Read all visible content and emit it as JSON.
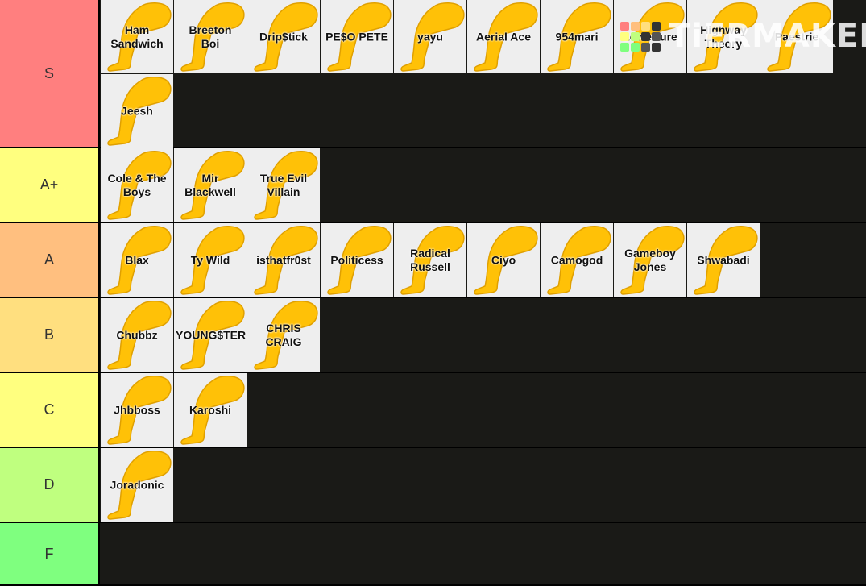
{
  "tiers": [
    {
      "label": "S",
      "color": "#ff7f7f",
      "items": [
        "Ham\nSandwich",
        "Breeton\nBoi",
        "Drip$tick",
        "PE$O PETE",
        "yayu",
        "Aerial Ace",
        "954mari",
        "Lowerture",
        "Highway\nTheory",
        "Paestrie",
        "Jeesh"
      ]
    },
    {
      "label": "A+",
      "color": "#ffff7f",
      "items": [
        "Cole & The\nBoys",
        "Mir\nBlackwell",
        "True Evil\nVillain"
      ]
    },
    {
      "label": "A",
      "color": "#ffbf7f",
      "items": [
        "Blax",
        "Ty Wild",
        "isthatfr0st",
        "Politicess",
        "Radical\nRussell",
        "Ciyo",
        "Camogod",
        "Gameboy\nJones",
        "Shwabadi"
      ]
    },
    {
      "label": "B",
      "color": "#ffdf7f",
      "items": [
        "Chubbz",
        "YOUNG$TER",
        "CHRIS\nCRAIG"
      ]
    },
    {
      "label": "C",
      "color": "#ffff7f",
      "items": [
        "Jhbboss",
        "Karoshi"
      ]
    },
    {
      "label": "D",
      "color": "#bfff7f",
      "items": [
        "Joradonic"
      ]
    },
    {
      "label": "F",
      "color": "#7fff7f",
      "items": []
    }
  ],
  "watermark": {
    "text": "TiERMAKER",
    "grid_colors": [
      "#ff7f7f",
      "#ffbf7f",
      "#ffdf7f",
      "#333333",
      "#ffff7f",
      "#bfff7f",
      "#333333",
      "#555555",
      "#7fff7f",
      "#7fff7f",
      "#555555",
      "#333333"
    ]
  },
  "item_icon": "leg-icon",
  "leg_color": "#ffc107"
}
